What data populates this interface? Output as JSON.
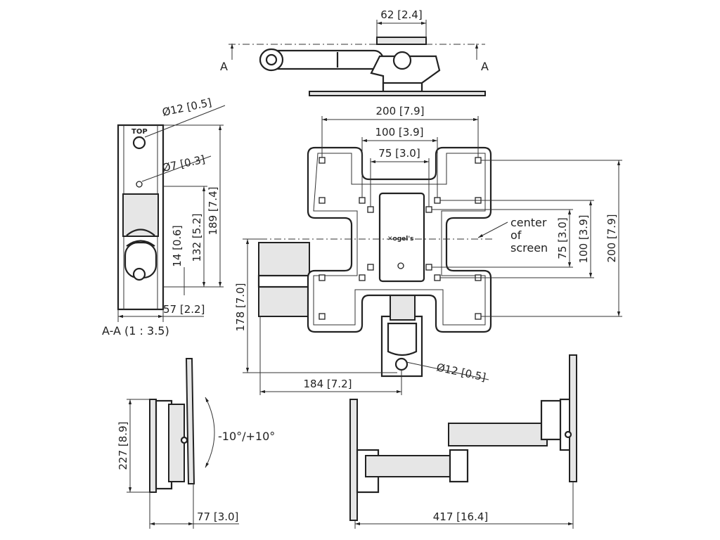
{
  "top_view": {
    "width_dim": "62 [2.4]",
    "section_left": "A",
    "section_right": "A"
  },
  "front_view": {
    "dim_200_h": "200 [7.9]",
    "dim_100_h": "100 [3.9]",
    "dim_75_h": "75 [3.0]",
    "dim_75_v": "75 [3.0]",
    "dim_100_v": "100 [3.9]",
    "dim_200_v": "200 [7.9]",
    "center_label": [
      "center",
      "of",
      "screen"
    ],
    "dim_178": "178 [7.0]",
    "dim_184": "184 [7.2]",
    "hole_dia": "Ø12 [0.5]"
  },
  "section_view": {
    "top_marking": "TOP",
    "hole_dia_large": "Ø12 [0.5]",
    "hole_dia_small": "Ø7 [0.3]",
    "dim_189": "189 [7.4]",
    "dim_132": "132 [5.2]",
    "dim_14": "14 [0.6]",
    "dim_57": "57 [2.2]",
    "title": "A-A (1 : 3.5)"
  },
  "side_view": {
    "tilt": "-10°/+10°",
    "dim_227": "227 [8.9]",
    "dim_77": "77 [3.0]"
  },
  "extended_view": {
    "dim_417": "417 [16.4]"
  }
}
